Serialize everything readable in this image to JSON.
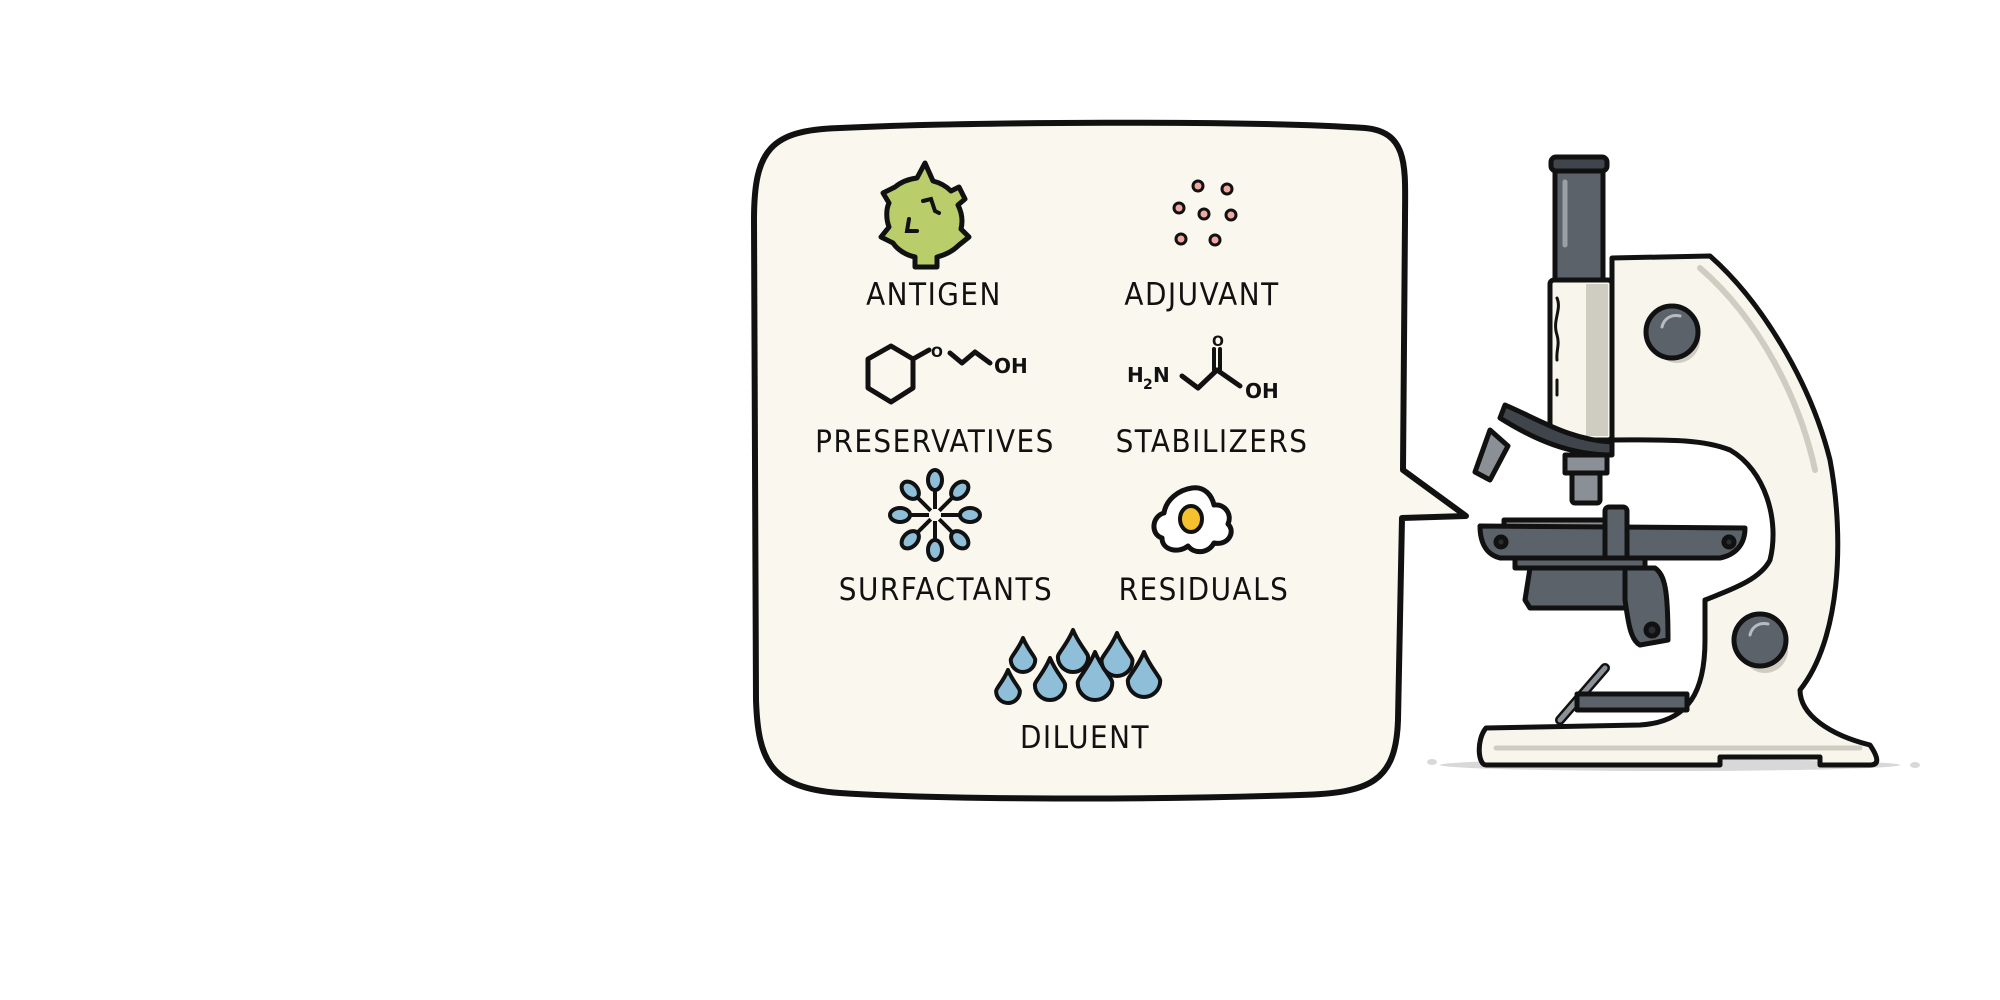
{
  "title": "Vaccine components under a microscope",
  "bubble": {
    "components": [
      {
        "id": "antigen",
        "label": "ANTIGEN",
        "icon": "virus-particle-icon"
      },
      {
        "id": "adjuvant",
        "label": "ADJUVANT",
        "icon": "particle-dots-icon"
      },
      {
        "id": "preservatives",
        "label": "PRESERVATIVES",
        "icon": "phenoxyethanol-molecule-icon"
      },
      {
        "id": "stabilizers",
        "label": "STABILIZERS",
        "icon": "glycine-molecule-icon"
      },
      {
        "id": "surfactants",
        "label": "SURFACTANTS",
        "icon": "micelle-icon"
      },
      {
        "id": "residuals",
        "label": "RESIDUALS",
        "icon": "egg-icon"
      },
      {
        "id": "diluent",
        "label": "DILUENT",
        "icon": "water-drops-icon"
      }
    ],
    "chem": {
      "preservative_o": "O",
      "preservative_oh": "OH",
      "stabilizer_h": "H",
      "stabilizer_sub": "2",
      "stabilizer_n": "N",
      "stabilizer_o": "O",
      "stabilizer_oh": "OH"
    }
  },
  "colors": {
    "bubble_fill": "#f9f7ee",
    "outline": "#111111",
    "antigen_green": "#b9cd6b",
    "adjuvant_pink": "#f2a8a2",
    "surfactant_blue": "#8fbfd8",
    "yolk_yellow": "#f5c12e",
    "microscope_body": "#f8f6ec",
    "microscope_shade": "#cfcdc2",
    "microscope_metal": "#5b626a",
    "microscope_metal_light": "#8a9096",
    "floor_shadow": "#d8d8d8"
  }
}
